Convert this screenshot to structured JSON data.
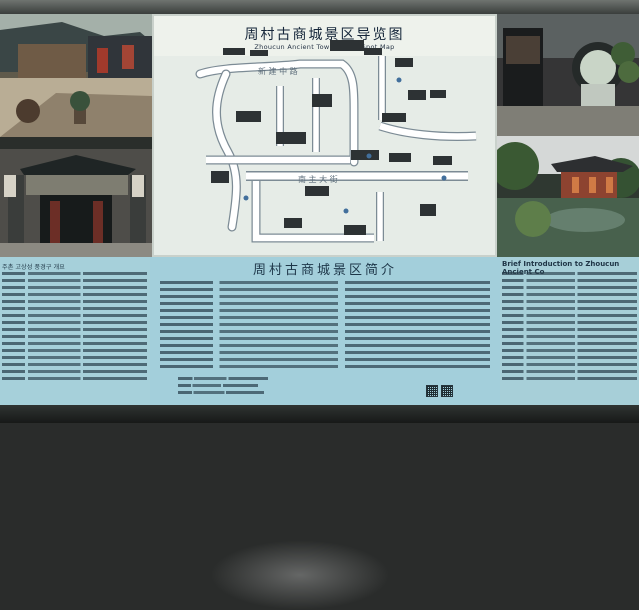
{
  "map": {
    "title": "周村古商城景区导览图",
    "subtitle": "Zhoucun Ancient Town Scenic Spot Map",
    "road_labels": [
      "新 建 中 路",
      "南 主 大 街"
    ]
  },
  "intro": {
    "chinese_title": "周村古商城景区简介",
    "korean_title": "주촌 고상성 풍경구 개요",
    "english_title": "Brief Introduction to Zhoucun Ancient Co"
  },
  "colors": {
    "map_paper": "#eef2ec",
    "road_white": "#ffffff",
    "road_outline": "#7c8b95",
    "building_dark": "#2d3234",
    "intro_panel": "#a3cfdb"
  }
}
